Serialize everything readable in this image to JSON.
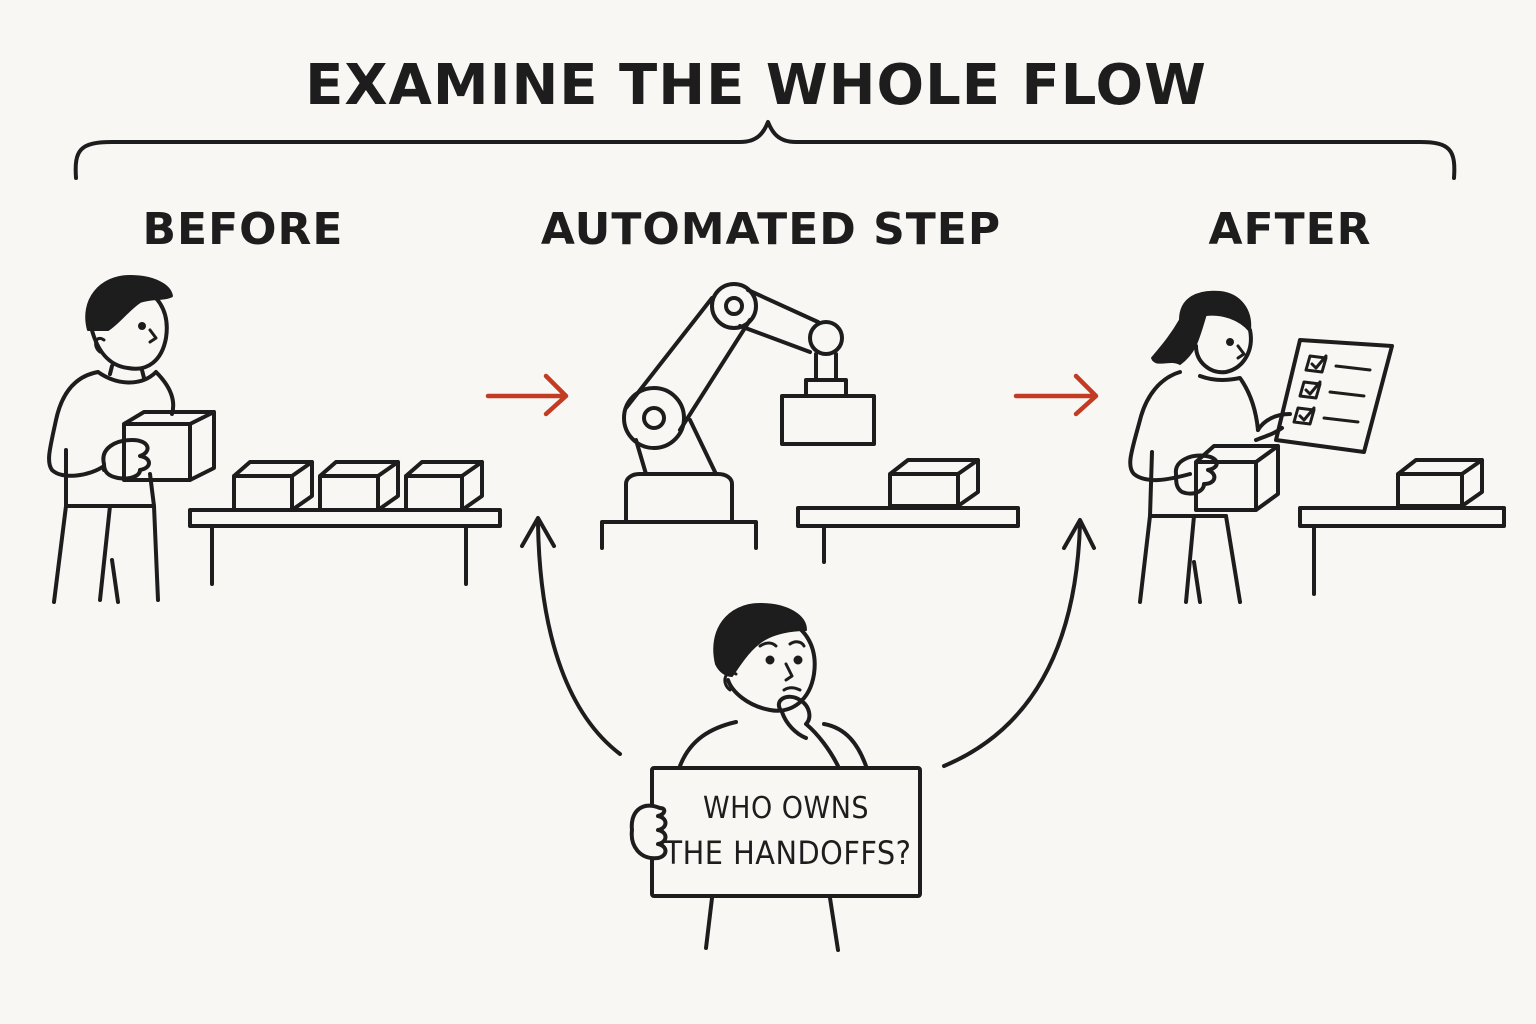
{
  "title": "EXAMINE THE WHOLE FLOW",
  "stages": {
    "before": "BEFORE",
    "automated": "AUTOMATED STEP",
    "after": "AFTER"
  },
  "sign": {
    "line1": "WHO OWNS",
    "line2": "THE HANDOFFS?"
  },
  "colors": {
    "ink": "#1d1d1d",
    "accent_arrow": "#c23b22",
    "background": "#f8f7f4"
  }
}
